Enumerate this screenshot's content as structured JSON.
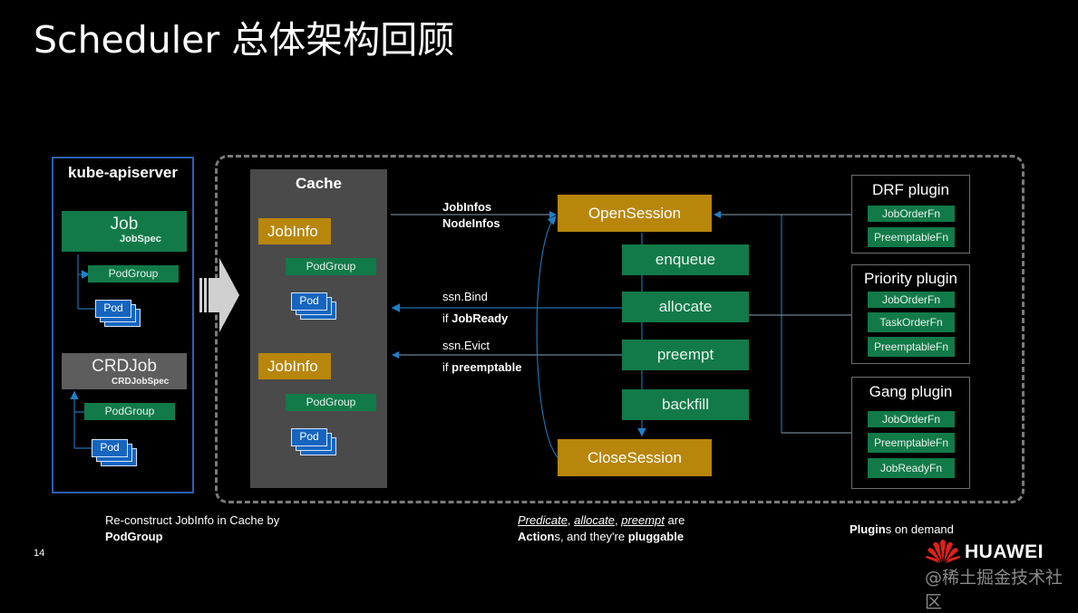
{
  "page": {
    "title": "Scheduler 总体架构回顾",
    "page_number": "14"
  },
  "kube_apiserver": {
    "title": "kube-apiserver",
    "job": {
      "label": "Job",
      "spec": "JobSpec",
      "podgroup": "PodGroup",
      "pod": "Pod"
    },
    "crdjob": {
      "label": "CRDJob",
      "spec": "CRDJobSpec",
      "podgroup": "PodGroup",
      "pod": "Pod"
    }
  },
  "cache": {
    "title": "Cache",
    "entries": [
      {
        "label": "JobInfo",
        "podgroup": "PodGroup",
        "pod": "Pod"
      },
      {
        "label": "JobInfo",
        "podgroup": "PodGroup",
        "pod": "Pod"
      }
    ]
  },
  "flows": {
    "infos_line1": "JobInfos",
    "infos_line2": "NodeInfos",
    "bind_call": "ssn.Bind",
    "bind_cond_prefix": "if ",
    "bind_cond": "JobReady",
    "evict_call": "ssn.Evict",
    "evict_cond_prefix": "if ",
    "evict_cond": "preemptable"
  },
  "session": {
    "open": "OpenSession",
    "close": "CloseSession",
    "actions": [
      "enqueue",
      "allocate",
      "preempt",
      "backfill"
    ]
  },
  "plugins": [
    {
      "name": "DRF plugin",
      "fns": [
        "JobOrderFn",
        "PreemptableFn"
      ]
    },
    {
      "name": "Priority plugin",
      "fns": [
        "JobOrderFn",
        "TaskOrderFn",
        "PreemptableFn"
      ]
    },
    {
      "name": "Gang plugin",
      "fns": [
        "JobOrderFn",
        "PreemptableFn",
        "JobReadyFn"
      ]
    }
  ],
  "captions": {
    "left_line1": "Re-construct JobInfo in Cache by",
    "left_line2": "PodGroup",
    "mid_predicate": "Predicate",
    "mid_sep1": ", ",
    "mid_allocate": "allocate",
    "mid_sep2": ", ",
    "mid_preempt": "preempt",
    "mid_are": " are",
    "mid_actions_bold": "Action",
    "mid_actions_rest": "s, and they're ",
    "mid_pluggable": "pluggable",
    "right_bold": "Plugin",
    "right_rest": "s on demand"
  },
  "brand": {
    "name": "HUAWEI",
    "watermark": "@稀土掘金技术社区",
    "logo_color": "#e0201b"
  },
  "colors": {
    "green": "#127a48",
    "gold": "#b8860b",
    "pod_blue": "#1565c0",
    "connector_blue": "#1f6fb0",
    "api_border": "#2e5fb4"
  }
}
